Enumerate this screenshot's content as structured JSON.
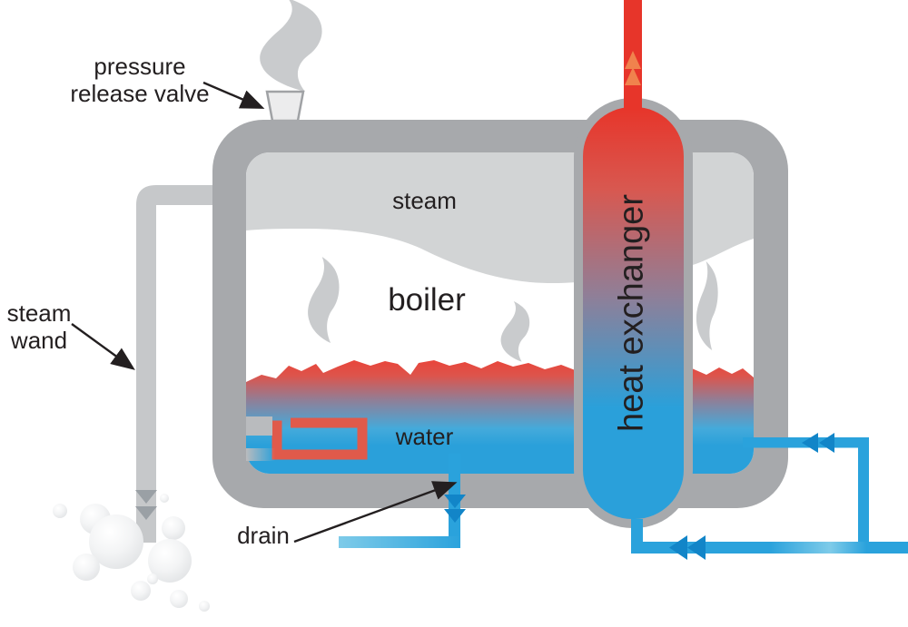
{
  "labels": {
    "pressure_valve": {
      "line1": "pressure",
      "line2": "release valve"
    },
    "steam_wand": {
      "line1": "steam",
      "line2": "wand"
    },
    "steam": "steam",
    "boiler": "boiler",
    "water": "water",
    "heat_exchanger": "heat exchanger",
    "drain": "drain"
  },
  "icons": {
    "steam_wisp": "flame-shape",
    "valve_steam_puff": "flame-shape",
    "bubble_cluster": "circle-cluster",
    "flow_arrow_up": "triangle-up",
    "flow_arrow_left": "double-chevron-left",
    "flow_arrow_down": "double-chevron-down",
    "annotation_arrow": "thin-line-arrowhead"
  },
  "colors": {
    "shell_gray": "#a7a9ac",
    "steam_area_gray": "#d2d4d5",
    "wisp_gray": "#c9cbcd",
    "interior_white": "#ffffff",
    "hot_red": "#e7352a",
    "hx_red_soft": "#d85850",
    "mauve": "#8f7f98",
    "cold_blue": "#2aa0da",
    "blue_soft": "#44aadb",
    "water_red": "#e8463b",
    "water_red_soft": "#dd544c",
    "pipe_blue": "#2aa2dc",
    "pipe_blue_light": "#7ecbe9",
    "arrow_blue": "#1285c8",
    "red_arrow": "#f0824d",
    "coil_red": "#e05a4b",
    "coil_flange": "#b9bbbe",
    "wand_gray": "#c6c8ca",
    "wand_arrow": "#9aa0a5",
    "valve_gray": "#ececed",
    "valve_stroke": "#a0a2a5",
    "bubble_gray": "#dfe1e3",
    "bubble_hi": "#f3f4f5",
    "white": "#ffffff",
    "text_black": "#231f20"
  }
}
